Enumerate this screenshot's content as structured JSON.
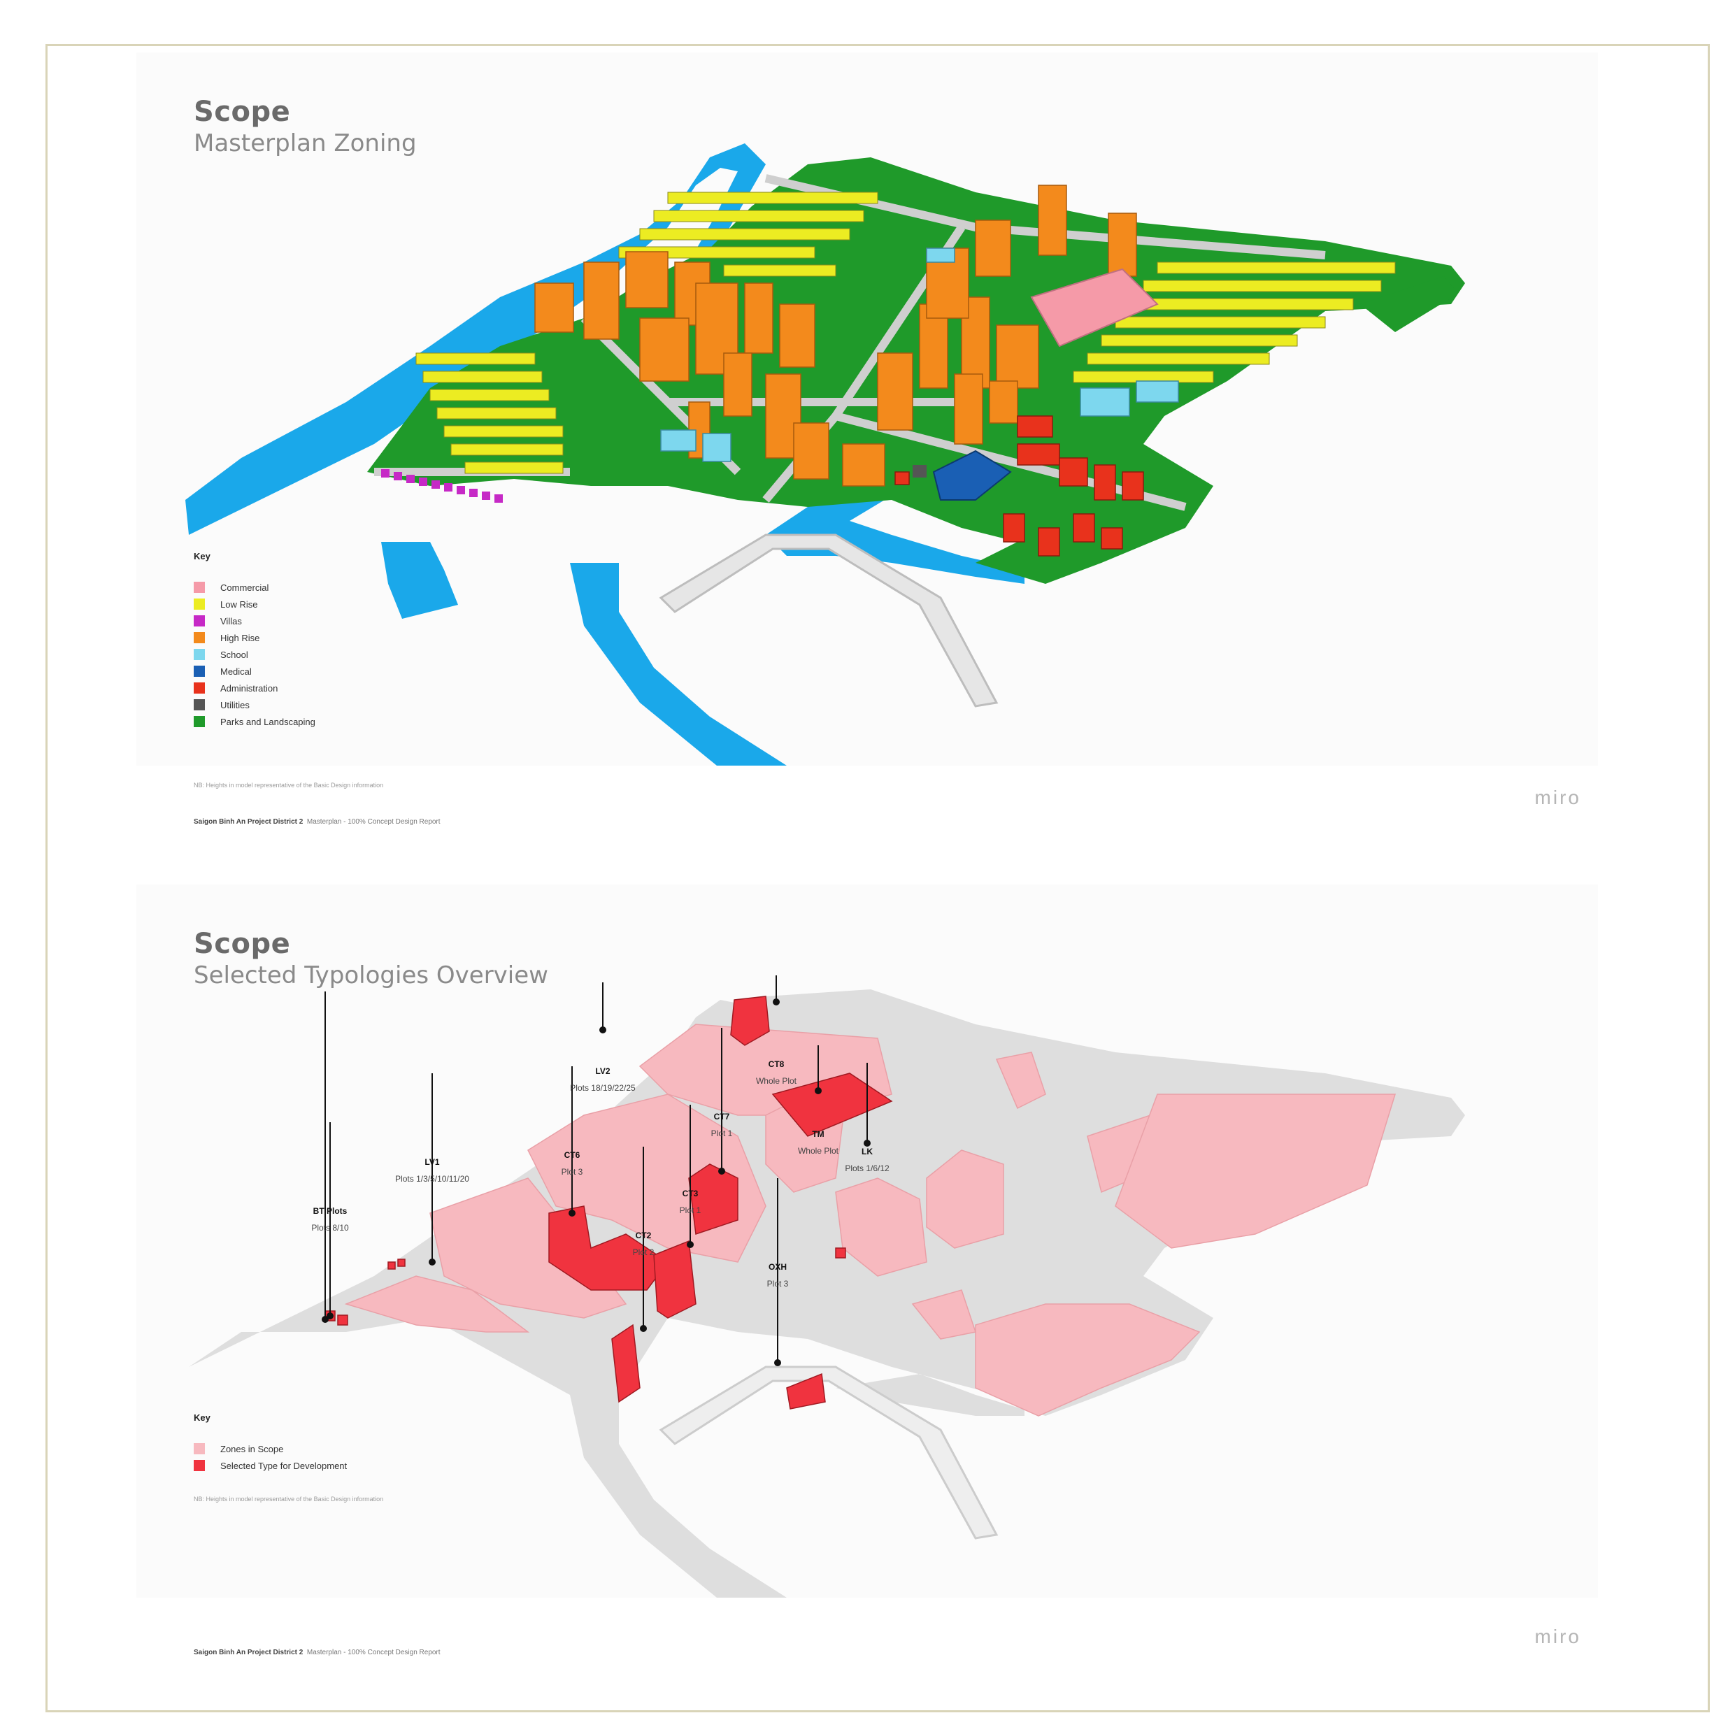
{
  "slide1": {
    "title": "Scope",
    "subtitle": "Masterplan Zoning",
    "key_title": "Key",
    "legend": [
      {
        "label": "Commercial",
        "color": "#f59aa8"
      },
      {
        "label": "Low Rise",
        "color": "#ecec22"
      },
      {
        "label": "Villas",
        "color": "#c629c6"
      },
      {
        "label": "High Rise",
        "color": "#f38a1c"
      },
      {
        "label": "School",
        "color": "#7dd7ee"
      },
      {
        "label": "Medical",
        "color": "#1a5fb4"
      },
      {
        "label": "Administration",
        "color": "#e8321c"
      },
      {
        "label": "Utilities",
        "color": "#555555"
      },
      {
        "label": "Parks and Landscaping",
        "color": "#1f9a2a"
      }
    ],
    "note": "NB: Heights in model representative of the Basic Design information",
    "footer_bold": "Saigon Binh An Project District 2",
    "footer_rest": "Masterplan - 100% Concept Design Report",
    "brand": "miro"
  },
  "slide2": {
    "title": "Scope",
    "subtitle": "Selected Typologies Overview",
    "key_title": "Key",
    "legend": [
      {
        "label": "Zones in Scope",
        "color": "#f7b9bf"
      },
      {
        "label": "Selected Type for Development",
        "color": "#f0333f"
      }
    ],
    "callouts": [
      {
        "name": "BT Plots",
        "sub": "Plots 8/10"
      },
      {
        "name": "LV1",
        "sub": "Plots 1/3/5/10/11/20"
      },
      {
        "name": "CT6",
        "sub": "Plot 3"
      },
      {
        "name": "LV2",
        "sub": "Plots 18/19/22/25"
      },
      {
        "name": "CT2",
        "sub": "Plot 2"
      },
      {
        "name": "CT3",
        "sub": "Plot 1"
      },
      {
        "name": "CT7",
        "sub": "Plot 1"
      },
      {
        "name": "CT8",
        "sub": "Whole Plot"
      },
      {
        "name": "TM",
        "sub": "Whole Plot"
      },
      {
        "name": "LK",
        "sub": "Plots 1/6/12"
      },
      {
        "name": "OXH",
        "sub": "Plot 3"
      }
    ],
    "note": "NB: Heights in model representative of the Basic Design information",
    "footer_bold": "Saigon Binh An Project District 2",
    "footer_rest": "Masterplan - 100% Concept Design Report",
    "brand": "miro"
  }
}
